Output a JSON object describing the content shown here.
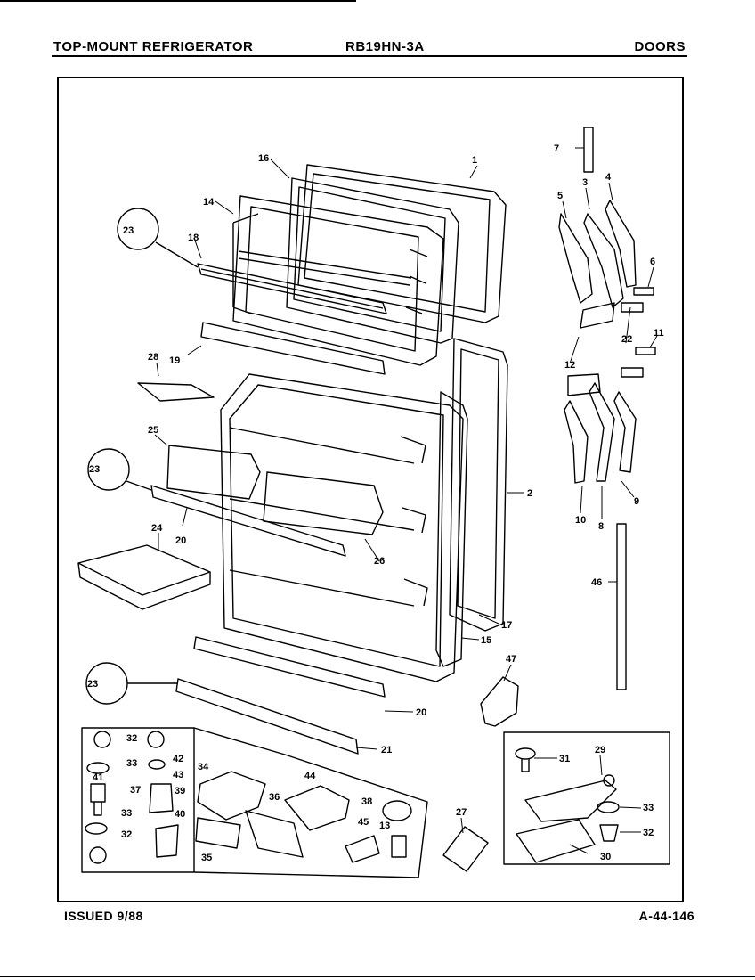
{
  "header": {
    "left": "TOP-MOUNT REFRIGERATOR",
    "model": "RB19HN-3A",
    "right": "DOORS"
  },
  "footer": {
    "issued": "ISSUED 9/88",
    "code": "A-44-146"
  },
  "callouts": {
    "c1": "1",
    "c2": "2",
    "c3": "3",
    "c4": "4",
    "c5": "5",
    "c6": "6",
    "c7": "7",
    "c8": "8",
    "c9": "9",
    "c10": "10",
    "c11": "11",
    "c12": "12",
    "c13": "13",
    "c14": "14",
    "c15": "15",
    "c16": "16",
    "c17": "17",
    "c18": "18",
    "c19": "19",
    "c20a": "20",
    "c20b": "20",
    "c21": "21",
    "c22": "22",
    "c23a": "23",
    "c23b": "23",
    "c23c": "23",
    "c24": "24",
    "c25": "25",
    "c26": "26",
    "c27": "27",
    "c28": "28",
    "c29": "29",
    "c30": "30",
    "c31": "31",
    "c32a": "32",
    "c32b": "32",
    "c32c": "32",
    "c33a": "33",
    "c33b": "33",
    "c33c": "33",
    "c34": "34",
    "c35": "35",
    "c36": "36",
    "c37": "37",
    "c38": "38",
    "c39": "39",
    "c40": "40",
    "c41": "41",
    "c42": "42",
    "c43": "43",
    "c44": "44",
    "c45": "45",
    "c46": "46",
    "c47": "47"
  }
}
